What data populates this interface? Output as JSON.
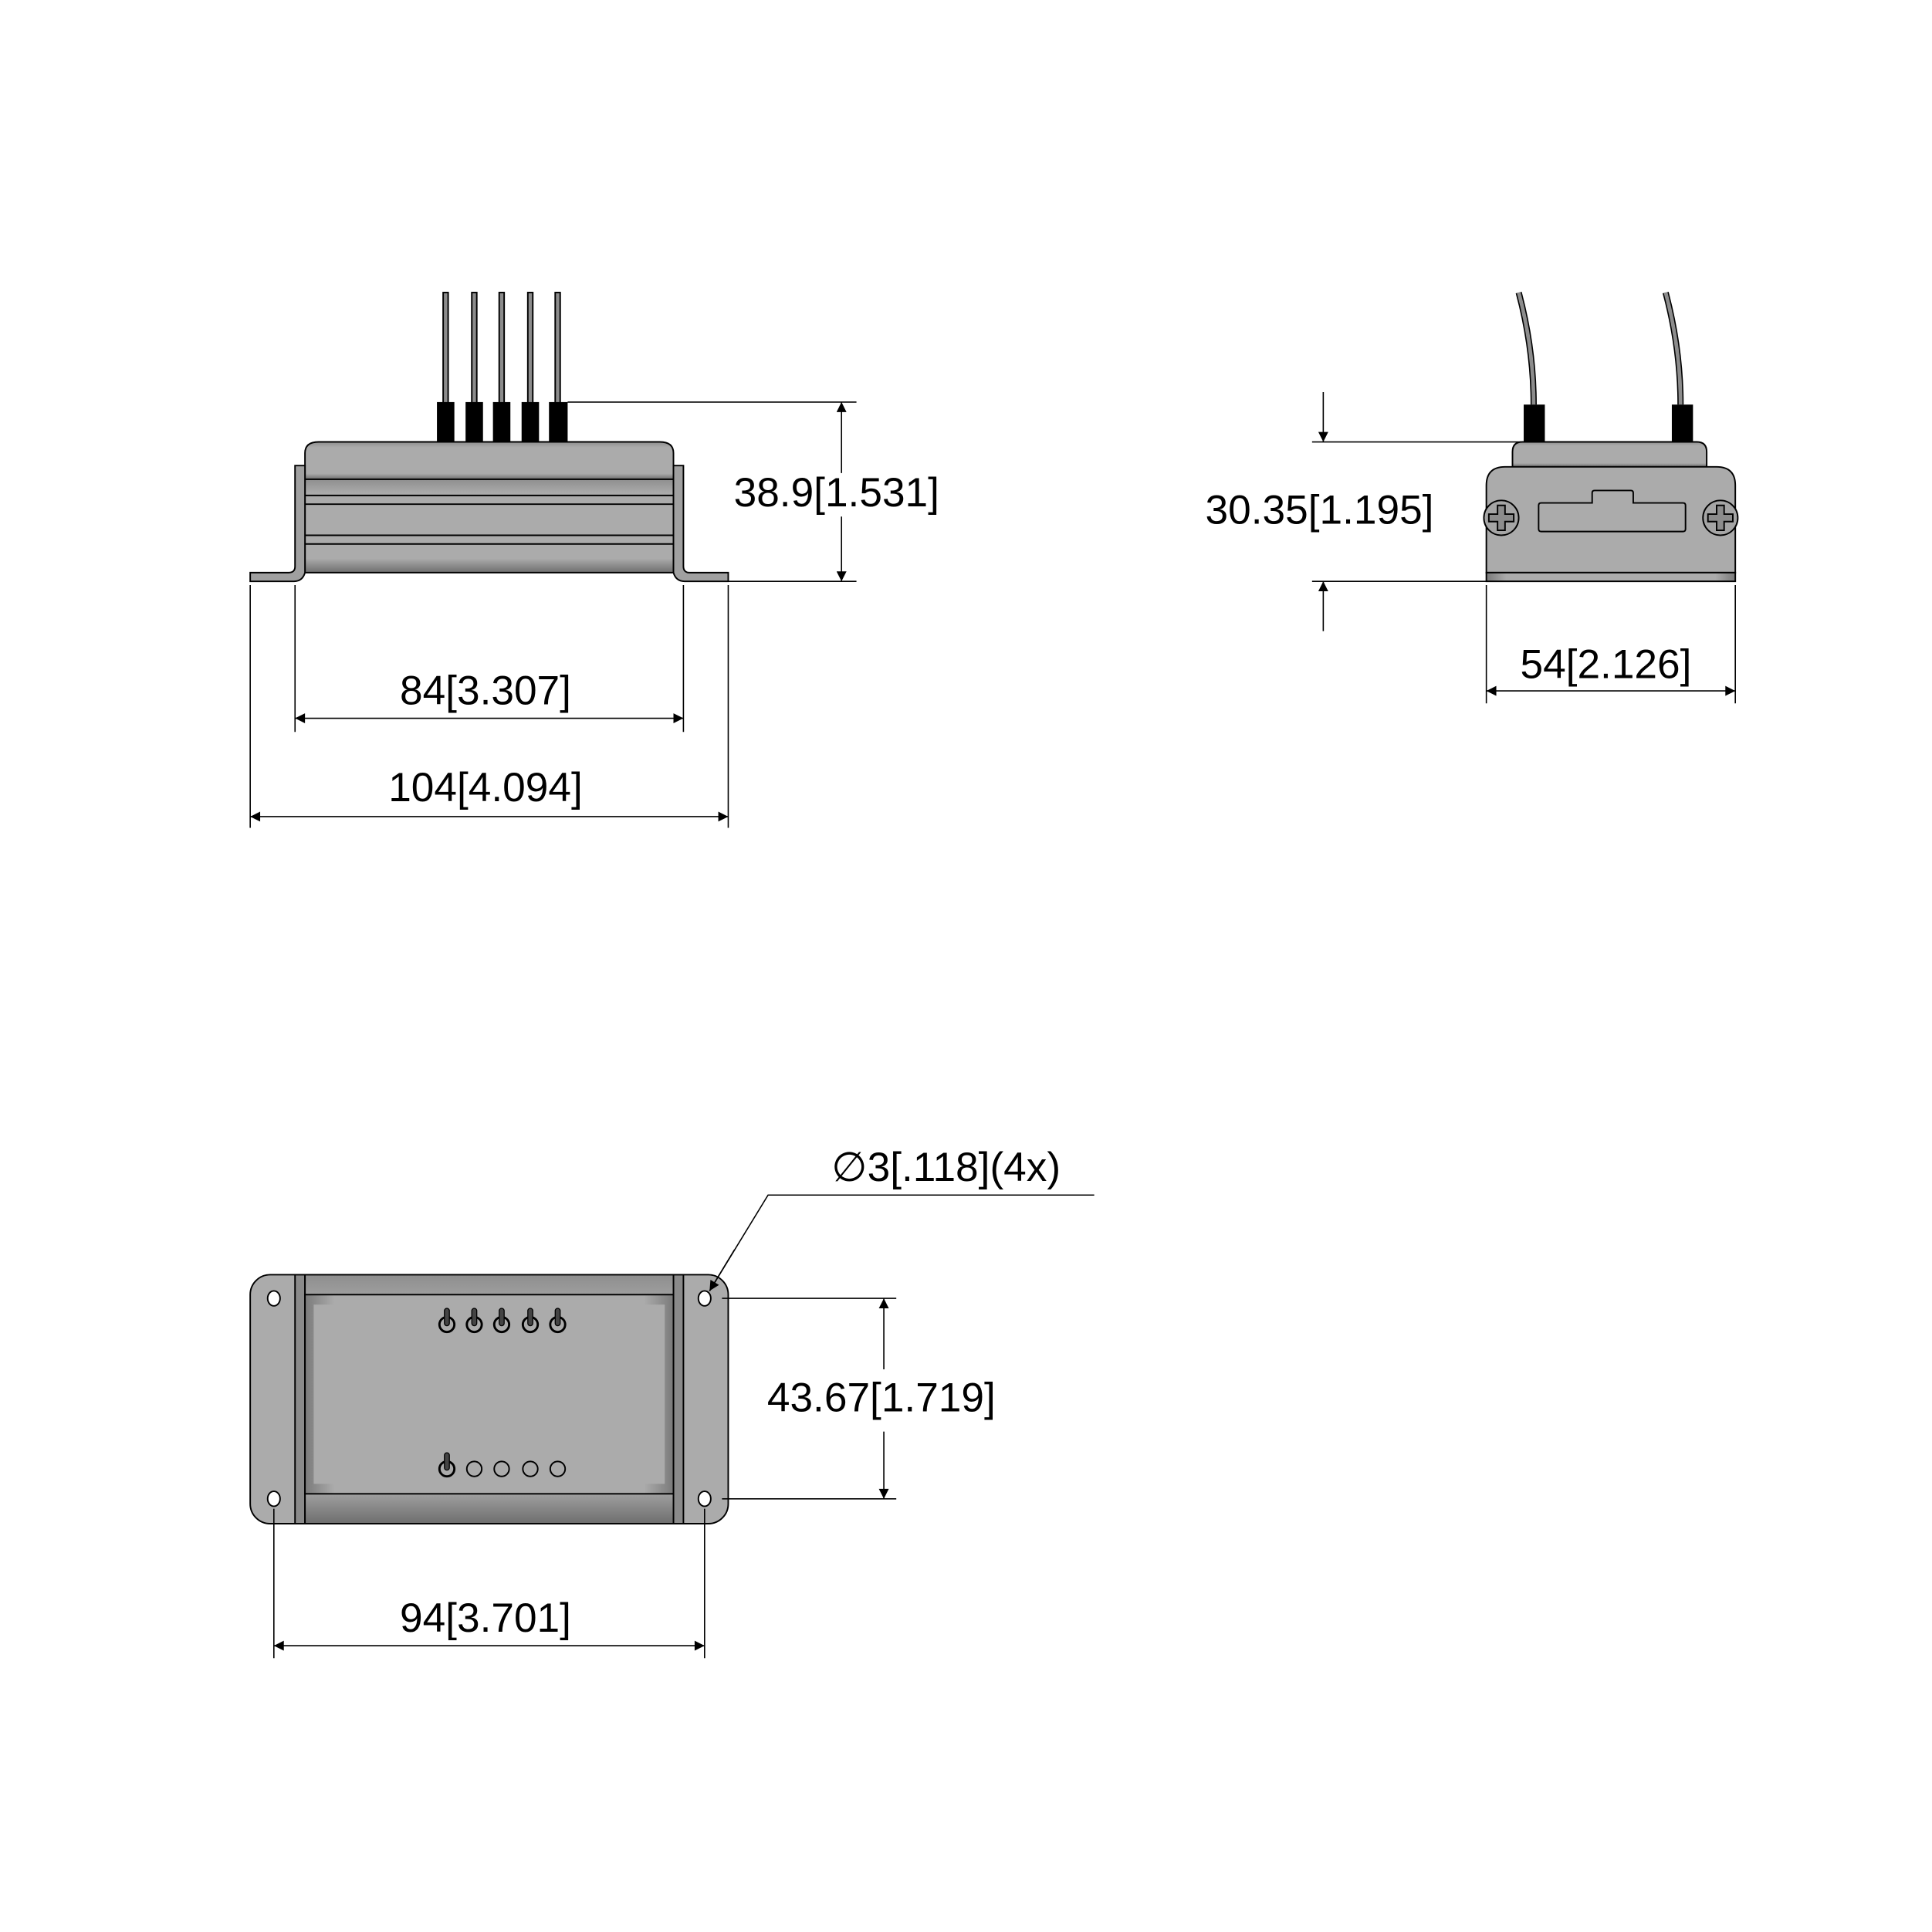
{
  "drawing": {
    "front_view": {
      "height_label": "38.9[1.531]",
      "inner_width_label": "84[3.307]",
      "overall_width_label": "104[4.094]"
    },
    "side_view": {
      "height_label": "30.35[1.195]",
      "width_label": "54[2.126]"
    },
    "bottom_view": {
      "hole_callout": "∅3[.118](4x)",
      "hole_spacing_vertical_label": "43.67[1.719]",
      "hole_spacing_horizontal_label": "94[3.701]"
    }
  },
  "colors": {
    "body": "#ababab",
    "dark": "#8c8c8c",
    "sleeve": "#000000",
    "line": "#000000"
  }
}
